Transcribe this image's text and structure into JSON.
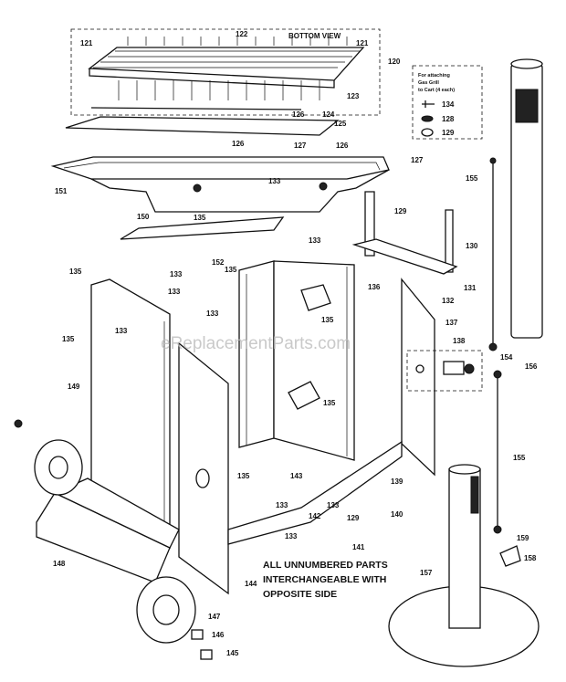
{
  "diagram": {
    "header_label": "BOTTOM VIEW",
    "inset_note": [
      "For attaching",
      "Gas Grill",
      "to Cart (4 each)"
    ],
    "note": [
      "ALL UNNUMBERED PARTS",
      "INTERCHANGEABLE WITH",
      "OPPOSITE SIDE"
    ],
    "watermark": "eReplacementParts.com",
    "callouts": {
      "c121a": "121",
      "c122": "122",
      "c121b": "121",
      "c120": "120",
      "c126a": "126",
      "c124": "124",
      "c125": "125",
      "c123": "123",
      "c126b": "126",
      "c127a": "127",
      "c126c": "126",
      "c127b": "127",
      "c151": "151",
      "c133a": "133",
      "c129a": "129",
      "i134": "134",
      "i128": "128",
      "i129": "129",
      "c155a": "155",
      "c150": "150",
      "c135a": "135",
      "c130": "130",
      "c135b": "135",
      "c133b": "133",
      "c152": "152",
      "c135c": "135",
      "c133c": "133",
      "c131": "131",
      "c132": "132",
      "c133d": "133",
      "c133e": "133",
      "c136": "136",
      "c135d": "135",
      "c133f": "133",
      "c137": "137",
      "c135e": "135",
      "c138": "138",
      "c154": "154",
      "c156": "156",
      "c149": "149",
      "c135f": "135",
      "c155b": "155",
      "c133g": "133",
      "c135g": "135",
      "c143": "143",
      "c139": "139",
      "c129b": "129",
      "c140": "140",
      "c142": "142",
      "c133h": "133",
      "c141": "141",
      "c133i": "133",
      "c159": "159",
      "c158": "158",
      "c157": "157",
      "c148": "148",
      "c147": "147",
      "c144": "144",
      "c146": "146",
      "c145": "145"
    }
  }
}
